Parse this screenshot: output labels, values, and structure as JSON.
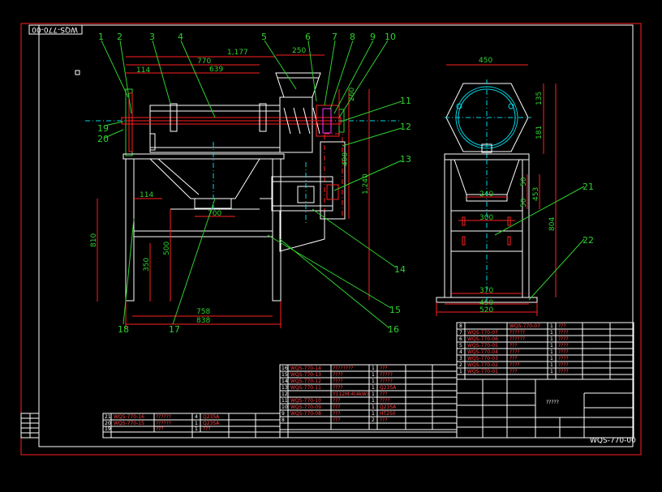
{
  "drawing": {
    "title_stamp": "WQS-770-00",
    "code_title": "WQS-770-00",
    "center_note": "?????"
  },
  "balloons": [
    "1",
    "2",
    "3",
    "4",
    "5",
    "6",
    "7",
    "8",
    "9",
    "10",
    "11",
    "12",
    "13",
    "14",
    "15",
    "16",
    "17",
    "18",
    "19",
    "20",
    "21",
    "22"
  ],
  "dimensions": {
    "d1177": "1,177",
    "d250": "250",
    "d114a": "114",
    "d770": "770",
    "d639": "639",
    "d260": "260",
    "d400": "400",
    "d1240": "1,240",
    "d114b": "114",
    "d700": "700",
    "d810": "810",
    "d350": "350",
    "d500": "500",
    "d758": "758",
    "d838": "838",
    "d450a": "450",
    "d135": "135",
    "d181": "181",
    "d50a": "50",
    "d240": "240",
    "d50b": "50",
    "d453": "453",
    "d300": "300",
    "d804": "804",
    "d370": "370",
    "d450b": "450",
    "d520": "520"
  },
  "bom_right": [
    {
      "no": "8",
      "code": "",
      "name": "WQS-770-07",
      "qty": "1",
      "mat": "???"
    },
    {
      "no": "7",
      "code": "WQS-770-07",
      "name": "??????",
      "qty": "1",
      "mat": "????"
    },
    {
      "no": "6",
      "code": "WQS-770-06",
      "name": "??????",
      "qty": "1",
      "mat": "????"
    },
    {
      "no": "5",
      "code": "WQS-770-05",
      "name": "???",
      "qty": "1",
      "mat": "????"
    },
    {
      "no": "4",
      "code": "WQS-770-04",
      "name": "????",
      "qty": "1",
      "mat": "????"
    },
    {
      "no": "3",
      "code": "WQS-770-03",
      "name": "???",
      "qty": "1",
      "mat": "????"
    },
    {
      "no": "2",
      "code": "WQS-770-02",
      "name": "????",
      "qty": "1",
      "mat": "????"
    },
    {
      "no": "1",
      "code": "WQS-770-01",
      "name": "???",
      "qty": "1",
      "mat": "????"
    }
  ],
  "bom_mid": [
    {
      "no": "16",
      "code": "WQS-770-14",
      "name": "????????",
      "qty": "1",
      "mat": "???"
    },
    {
      "no": "15",
      "code": "WQS-770-13",
      "name": "????",
      "qty": "1",
      "mat": "?????"
    },
    {
      "no": "14",
      "code": "WQS-770-12",
      "name": "????",
      "qty": "1",
      "mat": "?????"
    },
    {
      "no": "13",
      "code": "WQS-770-11",
      "name": "????",
      "qty": "1",
      "mat": "Q235A"
    },
    {
      "no": "12",
      "code": "",
      "name": "Y112M-4(4kW)",
      "qty": "1",
      "mat": "???"
    },
    {
      "no": "11",
      "code": "WQS-770-10",
      "name": "???",
      "qty": "1",
      "mat": "????"
    },
    {
      "no": "10",
      "code": "WQS-770-09",
      "name": "???",
      "qty": "1",
      "mat": "Q235A"
    },
    {
      "no": "9",
      "code": "WQS-770-08",
      "name": "???",
      "qty": "1",
      "mat": "HT250"
    },
    {
      "no": "8",
      "code": "",
      "name": "???",
      "qty": "2",
      "mat": "???"
    }
  ],
  "bom_left": [
    {
      "no": "21",
      "code": "WQS-770-16",
      "name": "??????",
      "qty": "4",
      "mat": "Q235A"
    },
    {
      "no": "20",
      "code": "WQS-770-15",
      "name": "??????",
      "qty": "1",
      "mat": "Q235A"
    },
    {
      "no": "19",
      "code": "",
      "name": "???",
      "qty": "1",
      "mat": "???"
    }
  ],
  "header_qmarks": "?"
}
